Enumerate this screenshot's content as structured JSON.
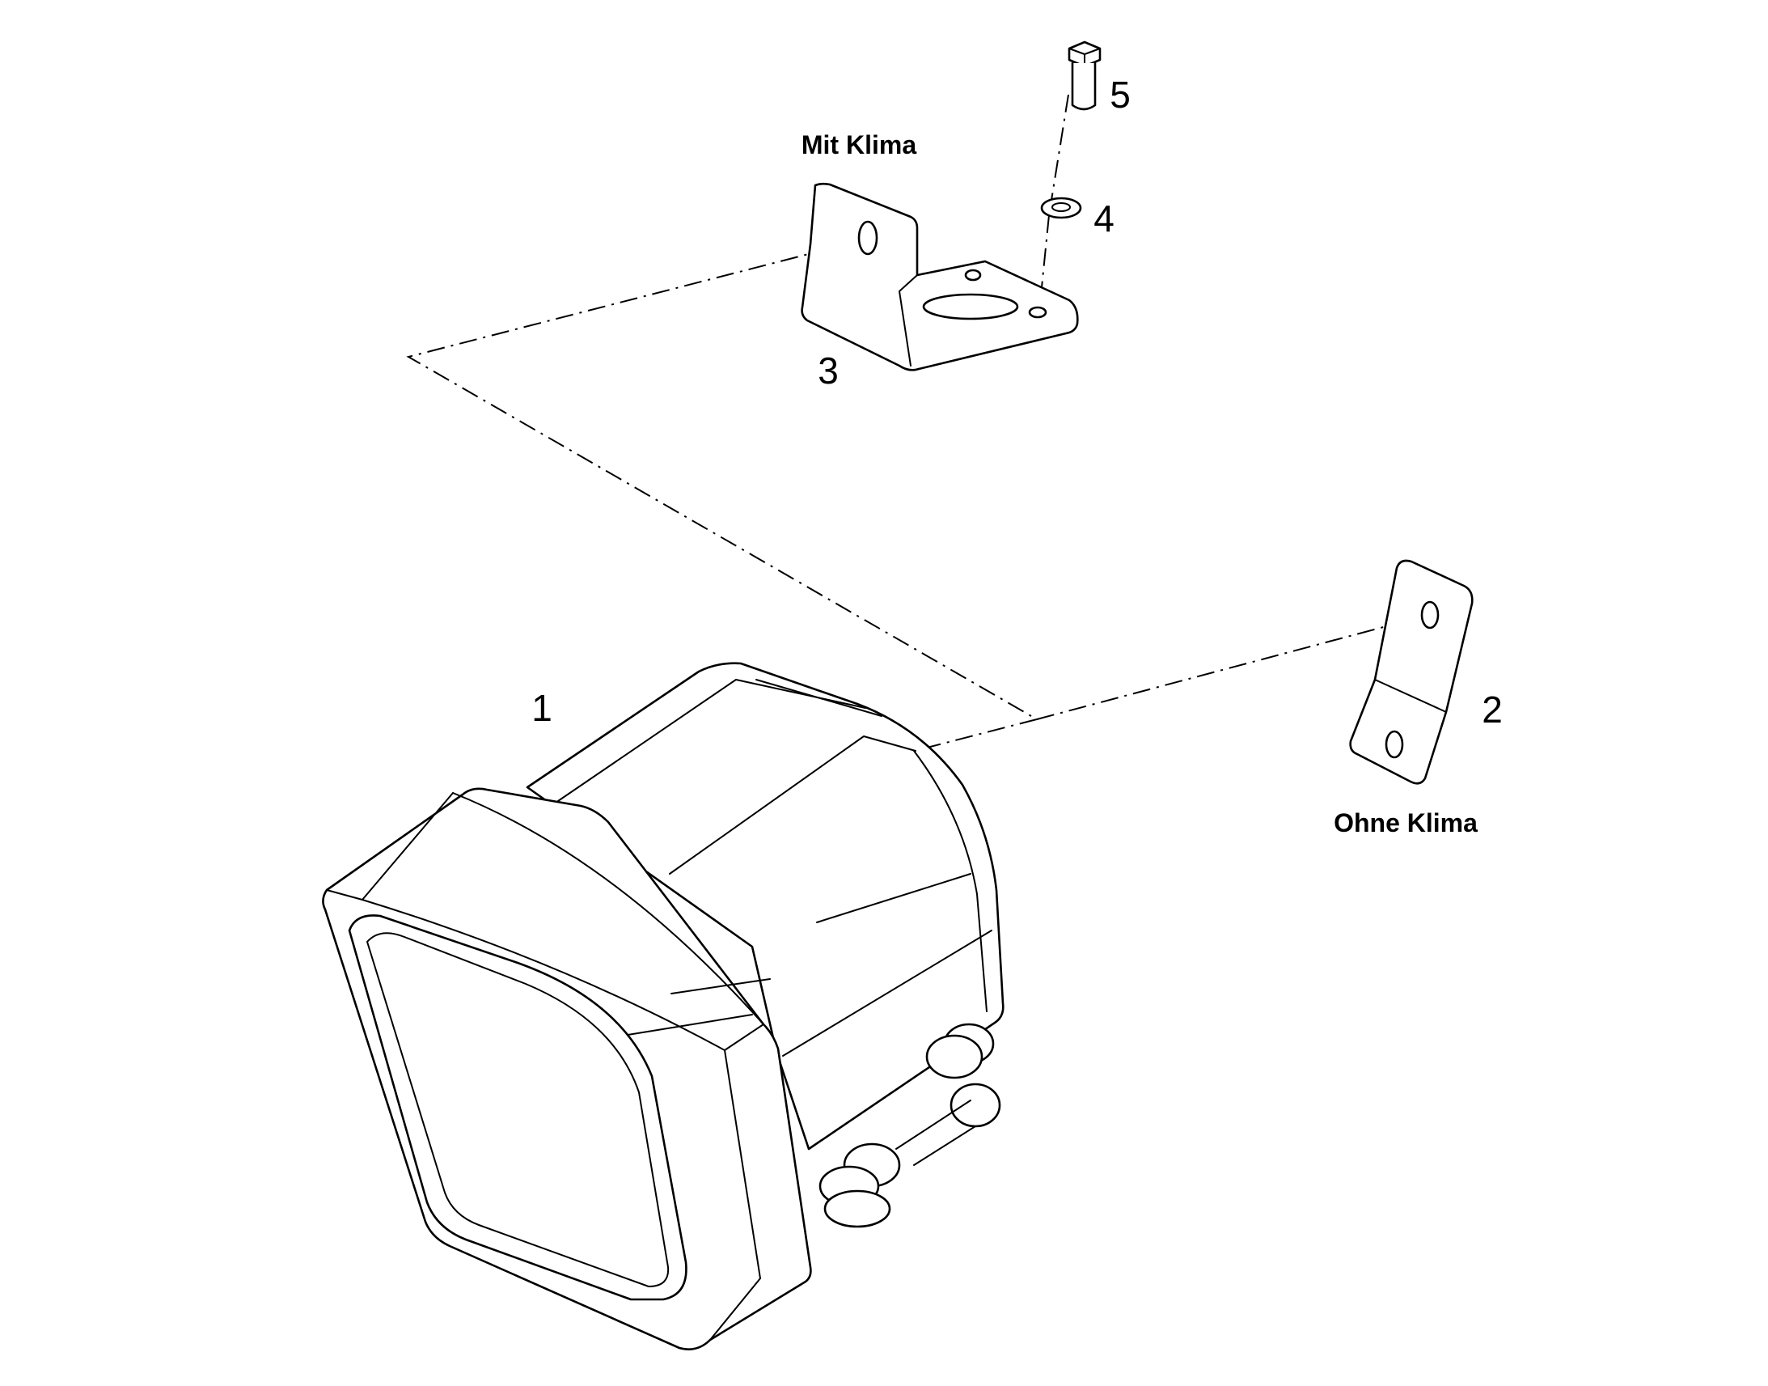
{
  "captions": {
    "with_ac": "Mit Klima",
    "without_ac": "Ohne Klima"
  },
  "callouts": {
    "lamp": "1",
    "flat_bracket": "2",
    "angle_bracket": "3",
    "washer": "4",
    "bolt": "5"
  }
}
